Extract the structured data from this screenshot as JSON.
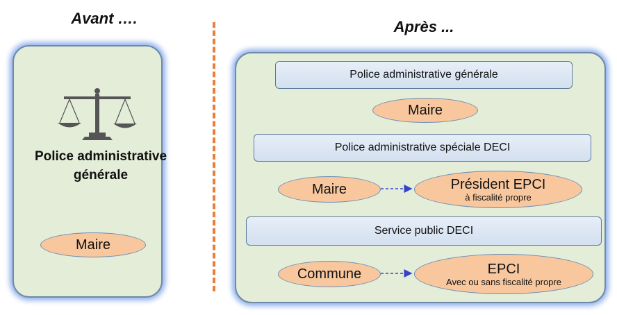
{
  "before": {
    "heading": "Avant ….",
    "title": "Police administrative générale",
    "actor": "Maire",
    "icon": "scales-of-justice-icon"
  },
  "after": {
    "heading": "Après ...",
    "bars": [
      "Police administrative générale",
      "Police administrative spéciale DECI",
      "Service public DECI"
    ],
    "row1": {
      "actor": "Maire"
    },
    "row2": {
      "from": "Maire",
      "to_title": "Président EPCI",
      "to_sub": "à fiscalité propre"
    },
    "row3": {
      "from": "Commune",
      "to_title": "EPCI",
      "to_sub": "Avec ou sans fiscalité propre"
    }
  },
  "colors": {
    "panel": "#e3edd8",
    "oval": "#f8c79e",
    "bar": "#dde7f3",
    "divider": "#ec7e3a",
    "arrow": "#3344cc"
  }
}
